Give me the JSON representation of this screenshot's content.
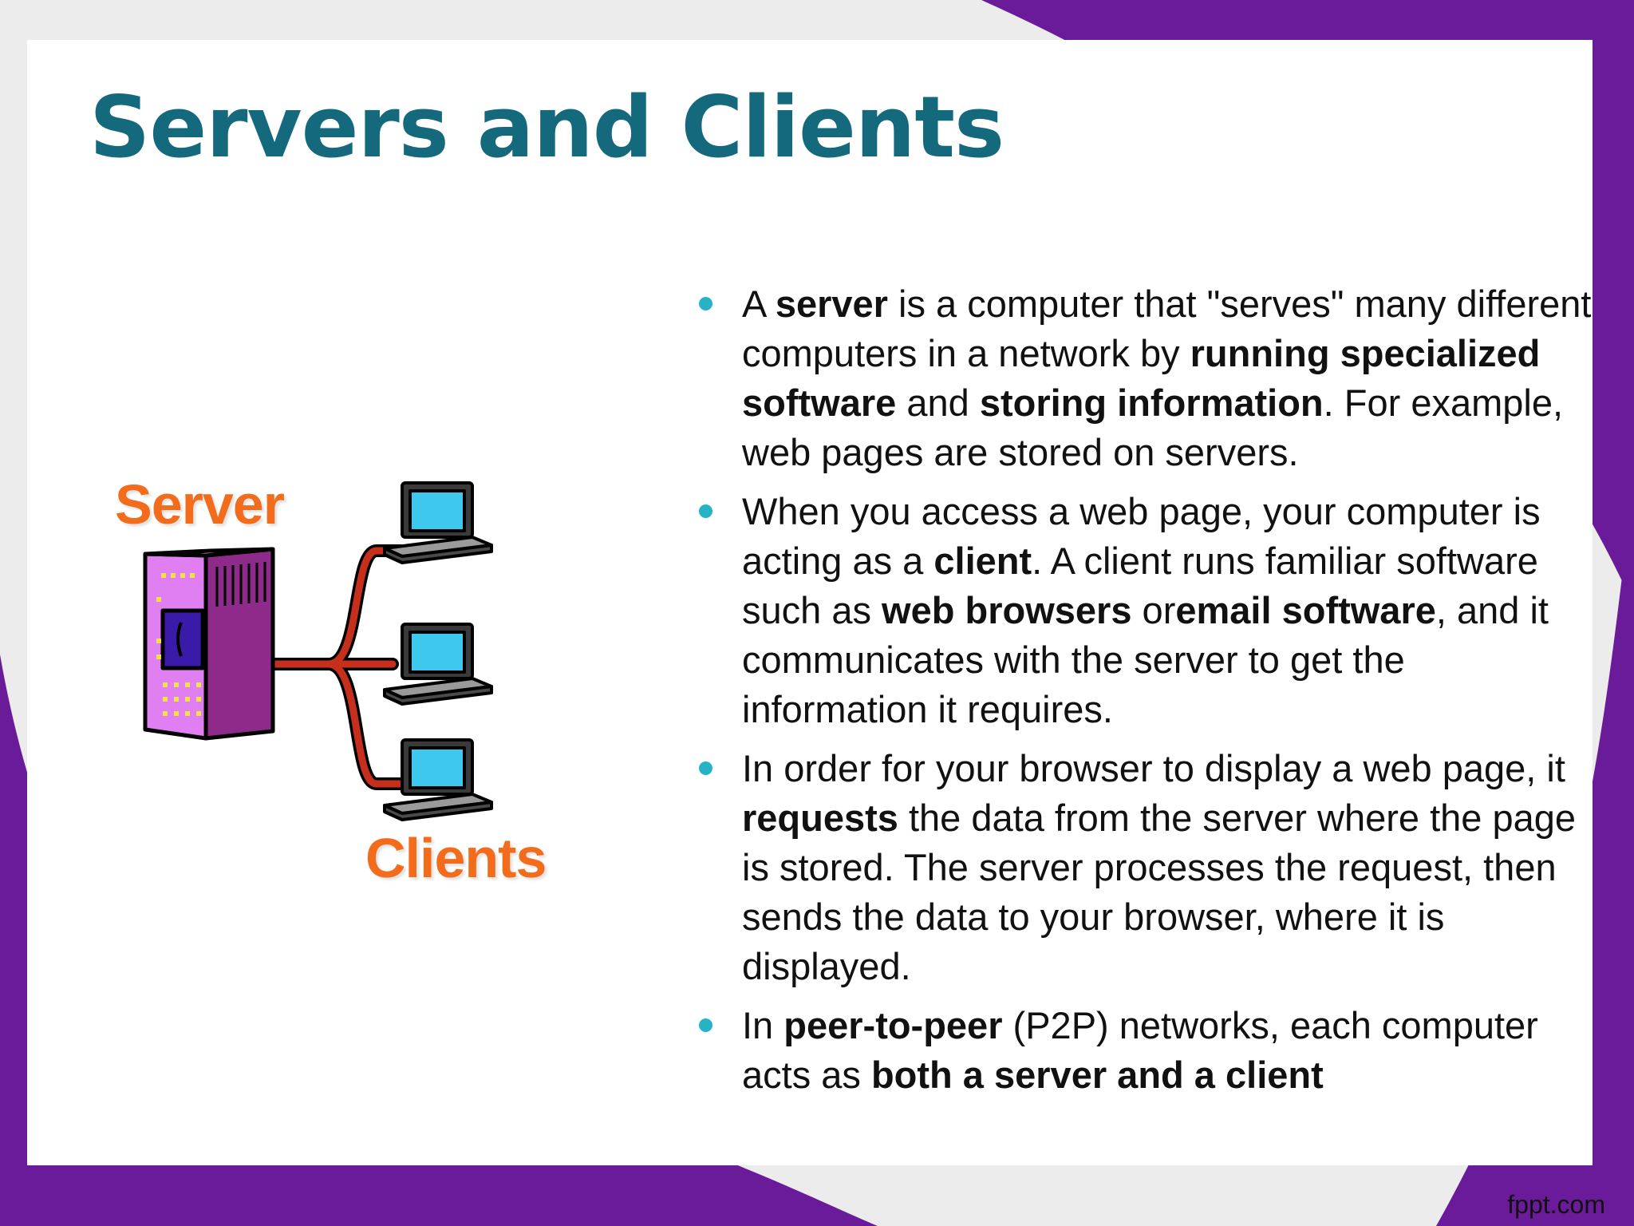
{
  "slide": {
    "title": "Servers and Clients",
    "diagram": {
      "server_label": "Server",
      "clients_label": "Clients"
    },
    "bullets": [
      {
        "segments": [
          {
            "text": "A ",
            "bold": false
          },
          {
            "text": "server",
            "bold": true
          },
          {
            "text": " is a computer that \"serves\" many different computers in a network by ",
            "bold": false
          },
          {
            "text": "running specialized software",
            "bold": true
          },
          {
            "text": " and ",
            "bold": false
          },
          {
            "text": "storing information",
            "bold": true
          },
          {
            "text": ". For example, web pages are stored on servers.",
            "bold": false
          }
        ]
      },
      {
        "segments": [
          {
            "text": "When you access a web page, your computer is acting as a ",
            "bold": false
          },
          {
            "text": "client",
            "bold": true
          },
          {
            "text": ". A client runs familiar software such as ",
            "bold": false
          },
          {
            "text": "web browsers",
            "bold": true
          },
          {
            "text": " or",
            "bold": false
          },
          {
            "text": "email software",
            "bold": true
          },
          {
            "text": ", and it communicates with the server to get the information it requires.",
            "bold": false
          }
        ]
      },
      {
        "segments": [
          {
            "text": "In order for your browser to display a web page, it ",
            "bold": false
          },
          {
            "text": "requests",
            "bold": true
          },
          {
            "text": " the data from the server where the page is stored. The server processes the request, then sends the data to your browser, where it is displayed.",
            "bold": false
          }
        ]
      },
      {
        "segments": [
          {
            "text": "In ",
            "bold": false
          },
          {
            "text": "peer-to-peer",
            "bold": true
          },
          {
            "text": " (P2P) networks, each computer acts as ",
            "bold": false
          },
          {
            "text": "both a server and a client",
            "bold": true
          }
        ]
      }
    ]
  },
  "watermark": "fppt.com",
  "colors": {
    "title": "#146a7c",
    "label_orange": "#f26c1b",
    "bullet_dot": "#27b3c6",
    "frame_purple": "#6a1b9a",
    "server_pink": "#e07ff2",
    "cable_red": "#c62f1b",
    "screen_cyan": "#3fc8ee"
  }
}
